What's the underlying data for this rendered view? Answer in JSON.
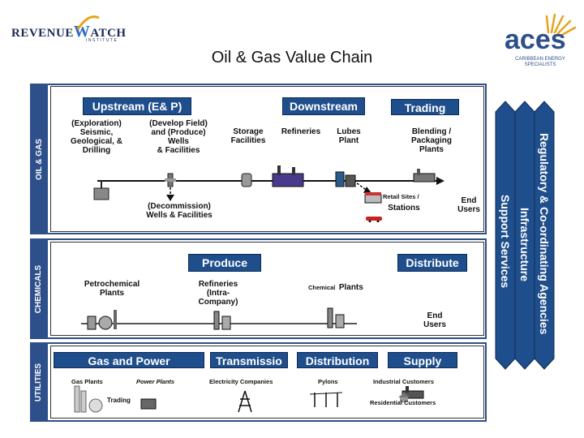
{
  "header": {
    "rw_logo_main": "REVENUE",
    "rw_logo_w": "W",
    "rw_logo_rest": "ATCH",
    "rw_logo_sub": "INSTITUTE",
    "title": "Oil & Gas Value Chain",
    "aces_word": "aces",
    "aces_sub_1": "CARIBBEAN ENERGY",
    "aces_sub_2": "SPECIALISTS"
  },
  "oilgas": {
    "side_label": "OIL & GAS",
    "upstream": "Upstream (E& P)",
    "downstream": "Downstream",
    "trading": "Trading",
    "exploration": [
      "(Exploration)",
      "Seismic,",
      "Geological, &",
      "Drilling"
    ],
    "develop": [
      "(Develop Field)",
      "and (Produce)",
      "Wells",
      "& Facilities"
    ],
    "storage": [
      "Storage",
      "Facilities"
    ],
    "refineries": "Refineries",
    "lubes": [
      "Lubes",
      "Plant"
    ],
    "blending": [
      "Blending /",
      "Packaging",
      "Plants"
    ],
    "decommission": [
      "(Decommission)",
      "Wells & Facilities"
    ],
    "retail_small": "Retail Sites /",
    "stations": "Stations",
    "end_users": [
      "End",
      "Users"
    ]
  },
  "chemicals": {
    "side_label": "CHEMICALS",
    "produce": "Produce",
    "distribute": "Distribute",
    "petrochemical": [
      "Petrochemical",
      "Plants"
    ],
    "refineries": [
      "Refineries",
      "(Intra-",
      "Company)"
    ],
    "chemical_small": "Chemical",
    "plants": "Plants",
    "end_users": [
      "End",
      "Users"
    ]
  },
  "utilities": {
    "side_label": "UTILITIES",
    "gas_power": "Gas and Power",
    "transmission": "Transmissio",
    "distribution": "Distribution",
    "supply": "Supply",
    "gas_plants": "Gas Plants",
    "power_plants": "Power Plants",
    "electricity": "Electricity Companies",
    "pylons": "Pylons",
    "industrial": "Industrial Customers",
    "trading": "Trading",
    "residential": "Residential Customers"
  },
  "chevrons": {
    "support": "Support Services",
    "infrastructure": "Infrastructure",
    "regulatory": "Regulatory & Co-ordinating Agencies"
  },
  "colors": {
    "navy": "#1f4e8c",
    "border": "#2d4f8a",
    "logo_orange": "#e8a21b"
  }
}
